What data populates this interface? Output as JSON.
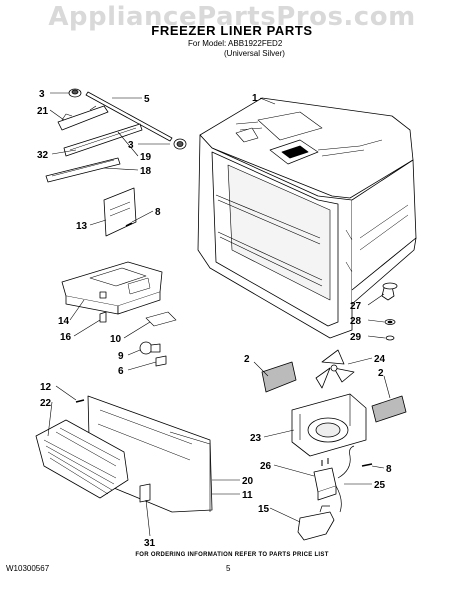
{
  "watermark": "AppliancePartsPros.com",
  "title": "FREEZER LINER PARTS",
  "model_line": "For Model: ABB1922FED2",
  "model_sub": "(Universal Silver)",
  "footer_note": "FOR ORDERING INFORMATION REFER TO PARTS PRICE LIST",
  "doc_id": "W10300567",
  "page_number": "5",
  "callouts": [
    {
      "id": "c3a",
      "label": "3"
    },
    {
      "id": "c5",
      "label": "5"
    },
    {
      "id": "c21",
      "label": "21"
    },
    {
      "id": "c1",
      "label": "1"
    },
    {
      "id": "c3b",
      "label": "3"
    },
    {
      "id": "c32",
      "label": "32"
    },
    {
      "id": "c19",
      "label": "19"
    },
    {
      "id": "c18",
      "label": "18"
    },
    {
      "id": "c8a",
      "label": "8"
    },
    {
      "id": "c13",
      "label": "13"
    },
    {
      "id": "c27",
      "label": "27"
    },
    {
      "id": "c14",
      "label": "14"
    },
    {
      "id": "c28",
      "label": "28"
    },
    {
      "id": "c16",
      "label": "16"
    },
    {
      "id": "c10",
      "label": "10"
    },
    {
      "id": "c29",
      "label": "29"
    },
    {
      "id": "c9",
      "label": "9"
    },
    {
      "id": "c2a",
      "label": "2"
    },
    {
      "id": "c24",
      "label": "24"
    },
    {
      "id": "c6",
      "label": "6"
    },
    {
      "id": "c2b",
      "label": "2"
    },
    {
      "id": "c12",
      "label": "12"
    },
    {
      "id": "c22",
      "label": "22"
    },
    {
      "id": "c23",
      "label": "23"
    },
    {
      "id": "c26",
      "label": "26"
    },
    {
      "id": "c8b",
      "label": "8"
    },
    {
      "id": "c20",
      "label": "20"
    },
    {
      "id": "c25",
      "label": "25"
    },
    {
      "id": "c11",
      "label": "11"
    },
    {
      "id": "c15",
      "label": "15"
    },
    {
      "id": "c31",
      "label": "31"
    }
  ]
}
